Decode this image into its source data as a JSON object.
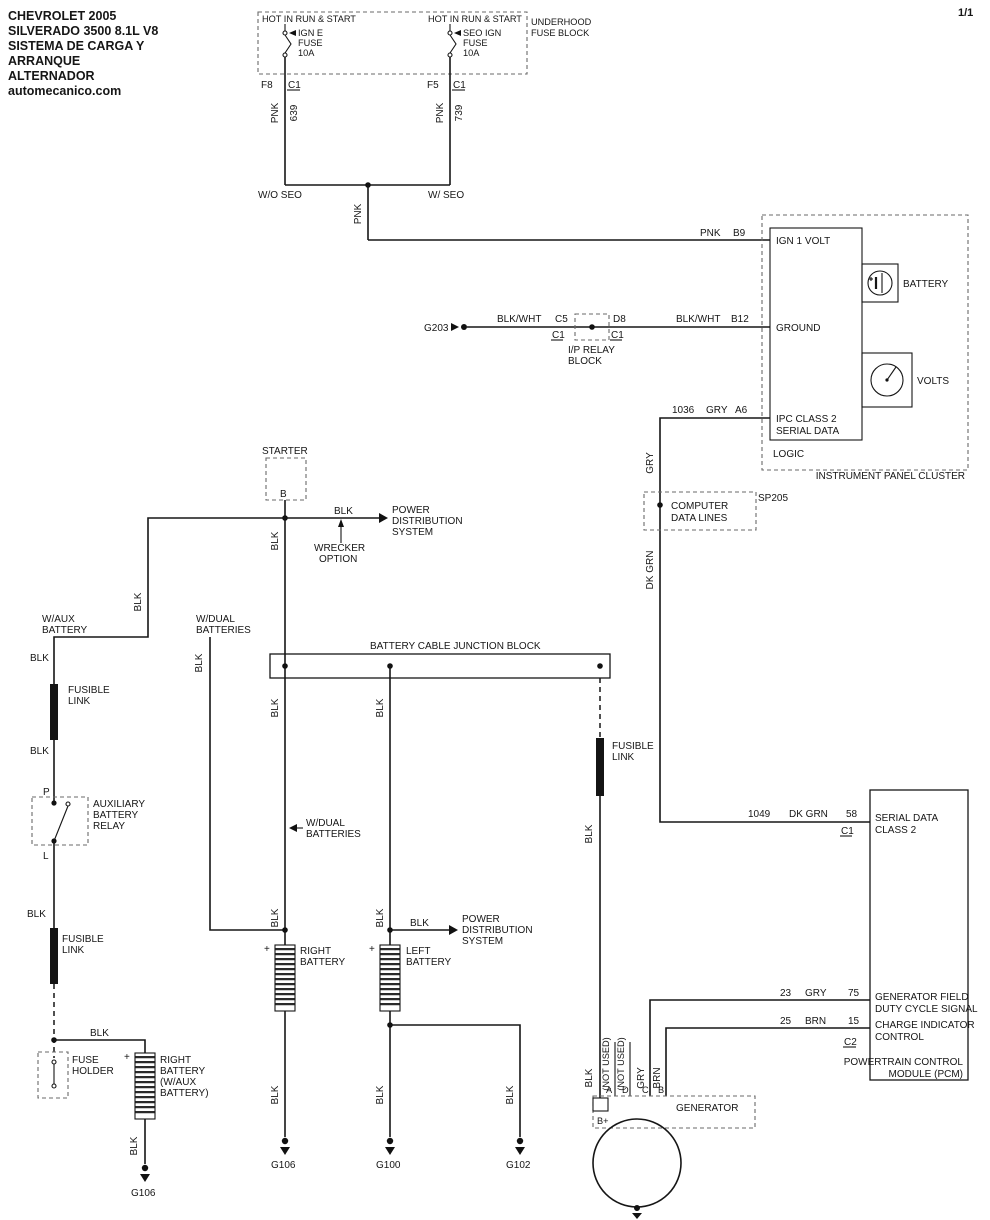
{
  "header": {
    "line1": "CHEVROLET 2005",
    "line2": "SILVERADO 3500 8.1L  V8",
    "line3": "SISTEMA DE CARGA Y",
    "line4": "ARRANQUE",
    "line5": "ALTERNADOR",
    "site": "automecanico.com",
    "page": "1/1"
  },
  "labels": {
    "blk": "BLK",
    "pnk": "PNK",
    "gry": "GRY",
    "brn": "BRN",
    "dk_grn": "DK GRN",
    "blk_wht": "BLK/WHT",
    "c1": "C1",
    "c2": "C2",
    "hot_in_run_start": "HOT IN RUN & START",
    "not_used": "(NOT USED)",
    "power": "POWER",
    "distribution": "DISTRIBUTION",
    "system": "SYSTEM",
    "fusible": "FUSIBLE",
    "link": "LINK"
  },
  "fuse_block": {
    "title1": "UNDERHOOD",
    "title2": "FUSE BLOCK",
    "fuse1": {
      "l1": "IGN E",
      "l2": "FUSE",
      "l3": "10A",
      "pin": "F8",
      "circuit": "639"
    },
    "fuse2": {
      "l1": "SEO IGN",
      "l2": "FUSE",
      "l3": "10A",
      "pin": "F5",
      "circuit": "739"
    },
    "wo_seo": "W/O SEO",
    "w_seo": "W/ SEO"
  },
  "ipc": {
    "b9": "B9",
    "b12": "B12",
    "a6": "A6",
    "ign1volt": "IGN 1 VOLT",
    "ground": "GROUND",
    "class2_l1": "IPC CLASS 2",
    "class2_l2": "SERIAL DATA",
    "logic": "LOGIC",
    "battery": "BATTERY",
    "volts": "VOLTS",
    "title": "INSTRUMENT PANEL CLUSTER"
  },
  "g203": {
    "label": "G203",
    "c5": "C5",
    "d8": "D8",
    "relay_l1": "I/P RELAY",
    "relay_l2": "BLOCK"
  },
  "data_link": {
    "n1036": "1036",
    "sp205": "SP205",
    "comp_l1": "COMPUTER",
    "comp_l2": "DATA LINES",
    "n1049": "1049",
    "n58": "58"
  },
  "pcm": {
    "serial_l1": "SERIAL DATA",
    "serial_l2": "CLASS 2",
    "genfield_l1": "GENERATOR FIELD",
    "genfield_l2": "DUTY CYCLE SIGNAL",
    "charge_l1": "CHARGE INDICATOR",
    "charge_l2": "CONTROL",
    "n23": "23",
    "n75": "75",
    "n25": "25",
    "n15": "15",
    "title_l1": "POWERTRAIN CONTROL",
    "title_l2": "MODULE (PCM)"
  },
  "starter": {
    "label": "STARTER",
    "b": "B",
    "wrecker_l1": "WRECKER",
    "wrecker_l2": "OPTION"
  },
  "left": {
    "waux_l1": "W/AUX",
    "waux_l2": "BATTERY",
    "wdual_l1": "W/DUAL",
    "wdual_l2": "BATTERIES",
    "relay_l1": "AUXILIARY",
    "relay_l2": "BATTERY",
    "relay_l3": "RELAY",
    "p": "P",
    "l": "L",
    "fuseholder_l1": "FUSE",
    "fuseholder_l2": "HOLDER",
    "rb_aux_l1": "RIGHT",
    "rb_aux_l2": "BATTERY",
    "rb_aux_l3": "(W/AUX",
    "rb_aux_l4": "BATTERY)"
  },
  "center": {
    "bcjb": "BATTERY CABLE JUNCTION BLOCK",
    "rb_l1": "RIGHT",
    "rb_l2": "BATTERY",
    "lb_l1": "LEFT",
    "lb_l2": "BATTERY",
    "plus": "+"
  },
  "generator": {
    "label": "GENERATOR",
    "bplus": "B+",
    "a": "A",
    "d": "D",
    "c": "C",
    "b": "B"
  },
  "grounds": {
    "g106": "G106",
    "g100": "G100",
    "g102": "G102"
  }
}
